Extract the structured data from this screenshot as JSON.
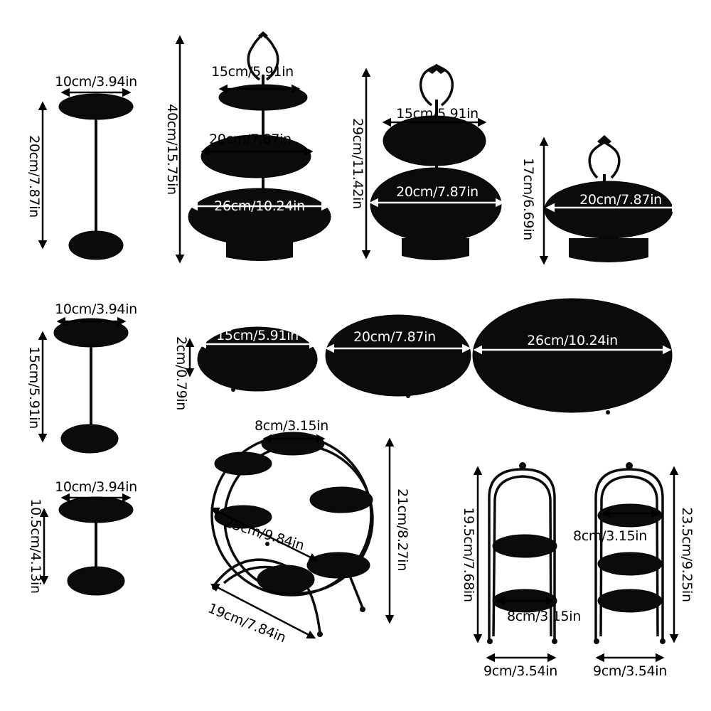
{
  "dimensions": {
    "small_stand_a_width": "10cm/3.94in",
    "small_stand_a_height": "20cm/7.87in",
    "small_stand_b_width": "10cm/3.94in",
    "small_stand_b_height": "15cm/5.91in",
    "small_stand_c_width": "10cm/3.94in",
    "small_stand_c_height": "10.5cm/4.13in",
    "three_tier_height": "40cm/15.75in",
    "three_tier_top": "15cm/5.91in",
    "three_tier_middle": "20cm/7.87in",
    "three_tier_bottom": "26cm/10.24in",
    "two_tier_height": "29cm/11.42in",
    "two_tier_top": "15cm/5.91in",
    "two_tier_bottom": "20cm/7.87in",
    "one_tier_height": "17cm/6.69in",
    "one_tier_plate": "20cm/7.87in",
    "flat_plate_height": "2cm/0.79in",
    "flat_plate_small": "15cm/5.91in",
    "flat_plate_medium": "20cm/7.87in",
    "flat_plate_large": "26cm/10.24in",
    "round_rack_plate": "8cm/3.15in",
    "round_rack_diameter": "25cm/9.84in",
    "round_rack_height": "21cm/8.27in",
    "round_rack_depth": "19cm/7.84in",
    "arch_a_height": "19.5cm/7.68in",
    "arch_a_plate": "8cm/3.15in",
    "arch_a_width": "9cm/3.54in",
    "arch_b_height": "23.5cm/9.25in",
    "arch_b_plate": "8cm/3.15in",
    "arch_b_width": "9cm/3.54in"
  },
  "colors": {
    "product": "#0b0b0b",
    "background": "#ffffff",
    "label": "#000000"
  }
}
